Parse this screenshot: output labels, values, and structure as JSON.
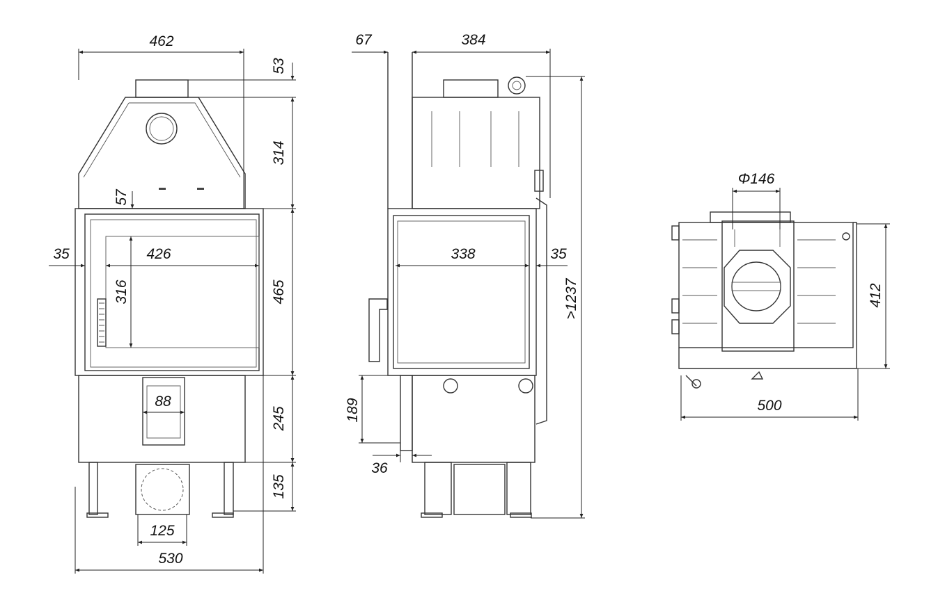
{
  "front_view": {
    "width_top": "462",
    "flue_height": "53",
    "hood_height": "314",
    "door_top_offset": "57",
    "side_offset": "35",
    "glass_width": "426",
    "glass_height": "316",
    "door_height": "465",
    "ash_width": "88",
    "base_height": "245",
    "leg_height": "135",
    "air_inlet_width": "125",
    "total_width": "530"
  },
  "side_view": {
    "rear_offset": "67",
    "depth_top": "384",
    "glass_width": "338",
    "side_offset": "35",
    "total_height": ">1237",
    "handle_height": "189",
    "handle_offset": "36"
  },
  "top_view": {
    "flue_diameter": "Φ146",
    "depth": "412",
    "width": "500"
  }
}
